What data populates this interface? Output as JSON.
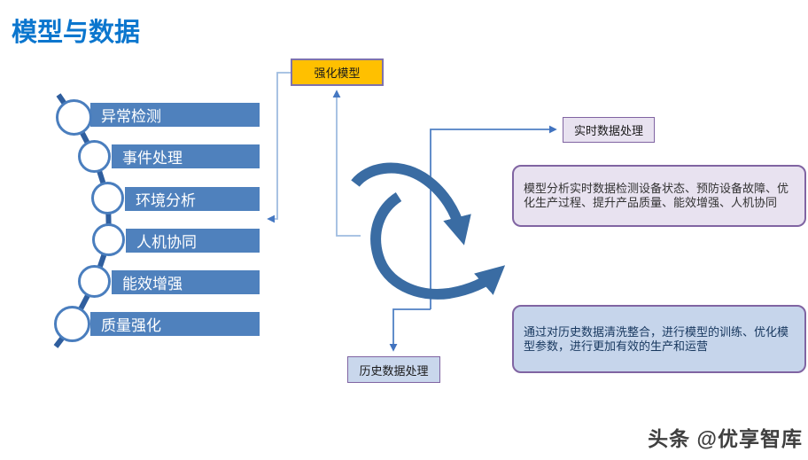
{
  "title": "模型与数据",
  "list": {
    "items": [
      {
        "label": "异常检测"
      },
      {
        "label": "事件处理"
      },
      {
        "label": "环境分析"
      },
      {
        "label": "人机协同"
      },
      {
        "label": "能效增强"
      },
      {
        "label": "质量强化"
      }
    ]
  },
  "nodes": {
    "model": {
      "label": "强化模型"
    },
    "realtime": {
      "label": "实时数据处理"
    },
    "history": {
      "label": "历史数据处理"
    }
  },
  "descriptions": {
    "realtime": "模型分析实时数据检测设备状态、预防设备故障、优化生产过程、提升产品质量、能效增强、人机协同",
    "history": "通过对历史数据清洗整合，进行模型的训练、优化模型参数，进行更加有效的生产和运营"
  },
  "watermark": "头条 @优享智库",
  "colors": {
    "title_blue": "#0b76ce",
    "bar_blue": "#4f81bd",
    "circle_ring_blue": "#4a7ebe",
    "chain_link_blue": "#2f5e9e",
    "swirl_blue": "#3a6ca3",
    "connector_light_blue": "#9fbce0",
    "connector_blue": "#5081c4",
    "arrowhead_blue": "#4578c2",
    "model_box_orange": "#ffc000",
    "box_border_purple": "#8064a2",
    "lavender_fill": "#e8e2f0",
    "light_blue_fill": "#c9d7ec",
    "desc_realtime_text": "#333333",
    "desc_history_text": "#17375e"
  }
}
